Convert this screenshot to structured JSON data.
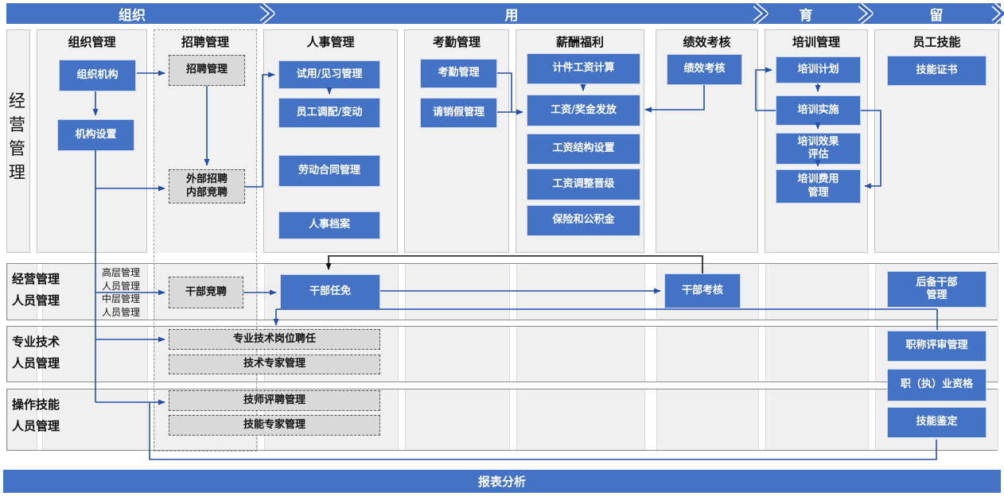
{
  "colors": {
    "accent_blue": "#4472C4",
    "connector_blue": "#2350A8",
    "connector_black": "#111111",
    "panel_gray": "#F1F1F1",
    "gray_box": "#D9D9D9"
  },
  "banners": [
    "组织",
    "用",
    "育",
    "留"
  ],
  "columns": [
    "组织管理",
    "招聘管理",
    "人事管理",
    "考勤管理",
    "薪酬福利",
    "绩效考核",
    "培训管理",
    "员工技能"
  ],
  "left_label": "经营管理",
  "boxes": {
    "org_structure": "组织机构",
    "org_setting": "机构设置",
    "recruit_mgmt": "招聘管理",
    "ext_recruit": "外部招聘\n内部竞聘",
    "probation": "试用/见习管理",
    "transfer": "员工调配/变动",
    "labor_contract": "劳动合同管理",
    "personnel_file": "人事档案",
    "attendance": "考勤管理",
    "leave": "请销假管理",
    "piece_wage": "计件工资计算",
    "wage_pay": "工资/奖金发放",
    "wage_structure": "工资结构设置",
    "wage_adjust": "工资调整晋级",
    "insurance": "保险和公积金",
    "perf_eval": "绩效考核",
    "train_plan": "培训计划",
    "train_impl": "培训实施",
    "train_effect": "培训效果\n评估",
    "train_cost": "培训费用\n管理",
    "skill_cert": "技能证书",
    "cadre_compete": "干部竞聘",
    "cadre_appoint": "干部任免",
    "cadre_assess": "干部考核",
    "reserve_cadre": "后备干部\n管理",
    "prof_post": "专业技术岗位聘任",
    "tech_expert": "技术专家管理",
    "title_review": "职称评审管理",
    "prof_qualification": "职（执）业资格",
    "technician_review": "技师评聘管理",
    "skill_expert": "技能专家管理",
    "skill_appraisal": "技能鉴定"
  },
  "rows": [
    {
      "label": "经营管理\n人员管理",
      "note": "高层管理\n人员管理\n中层管理\n人员管理"
    },
    {
      "label": "专业技术\n人员管理"
    },
    {
      "label": "操作技能\n人员管理"
    }
  ],
  "footer": {
    "label": "报表分析"
  }
}
